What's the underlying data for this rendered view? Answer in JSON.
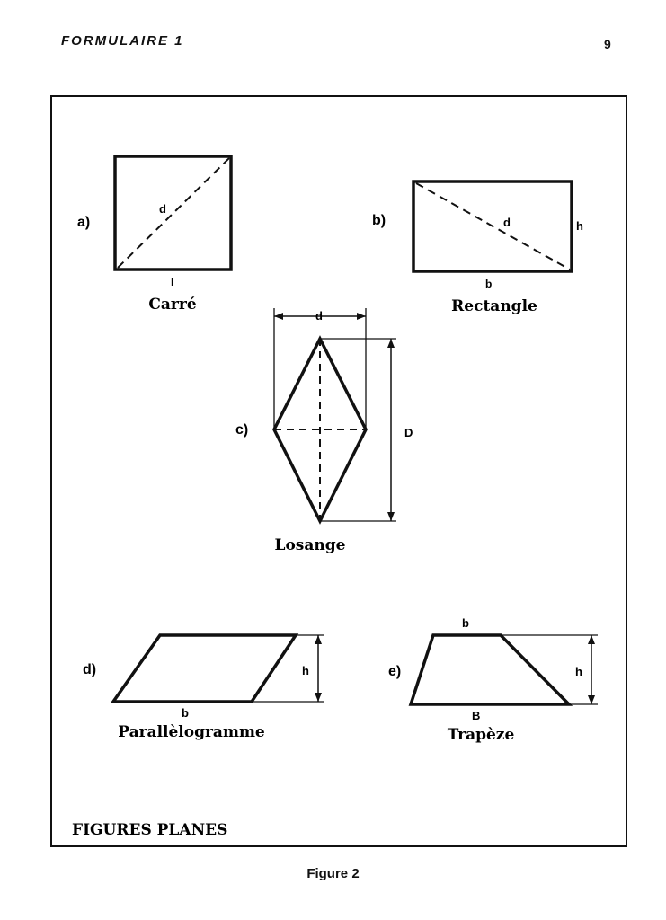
{
  "header": {
    "title": "FORMULAIRE 1",
    "page_number": "9"
  },
  "figure": {
    "panel_title": "FIGURES PLANES",
    "caption": "Figure 2",
    "shapes": {
      "a": {
        "label": "a)",
        "name": "Carré",
        "diagonal": "d",
        "side": "l"
      },
      "b": {
        "label": "b)",
        "name": "Rectangle",
        "diagonal": "d",
        "height": "h",
        "base": "b"
      },
      "c": {
        "label": "c)",
        "name": "Losange",
        "small_diagonal": "d",
        "large_diagonal": "D"
      },
      "d": {
        "label": "d)",
        "name": "Parallèlogramme",
        "height": "h",
        "base": "b"
      },
      "e": {
        "label": "e)",
        "name": "Trapèze",
        "small_base": "b",
        "large_base": "B",
        "height": "h"
      }
    }
  }
}
